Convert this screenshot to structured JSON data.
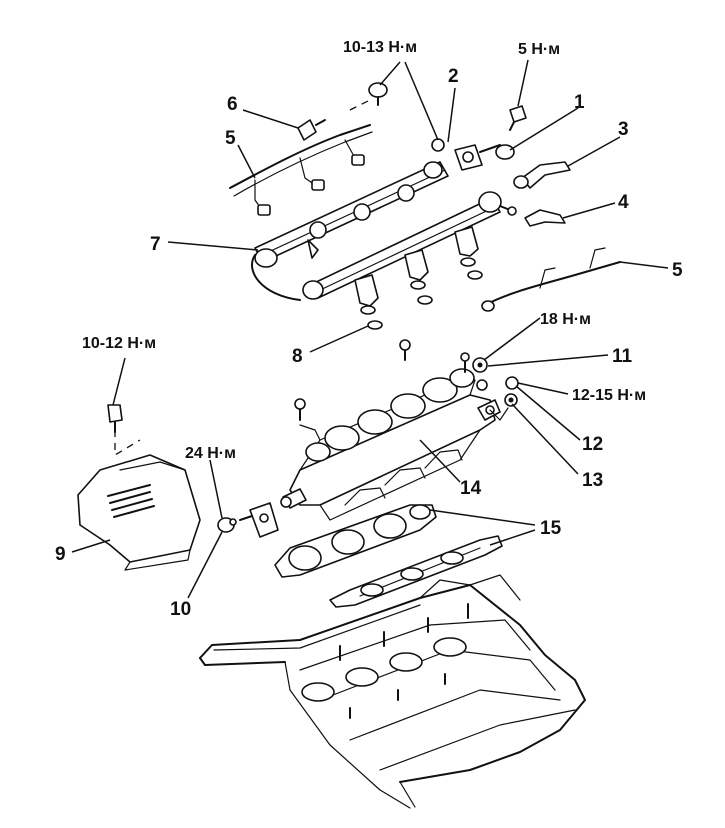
{
  "labels": {
    "p1": "1",
    "p2": "2",
    "p3": "3",
    "p4": "4",
    "p5a": "5",
    "p5b": "5",
    "p6": "6",
    "p7": "7",
    "p8": "8",
    "p9": "9",
    "p10": "10",
    "p11": "11",
    "p12": "12",
    "p13": "13",
    "p14": "14",
    "p15": "15"
  },
  "torques": {
    "t_rail_bolt": "10-13 Н·м",
    "t_fitting": "5 Н·м",
    "t_cover_bolt": "10-12 Н·м",
    "t_stud_nut": "18 Н·м",
    "t_washer": "12-15 Н·м",
    "t_bracket_bolt": "24 Н·м"
  }
}
